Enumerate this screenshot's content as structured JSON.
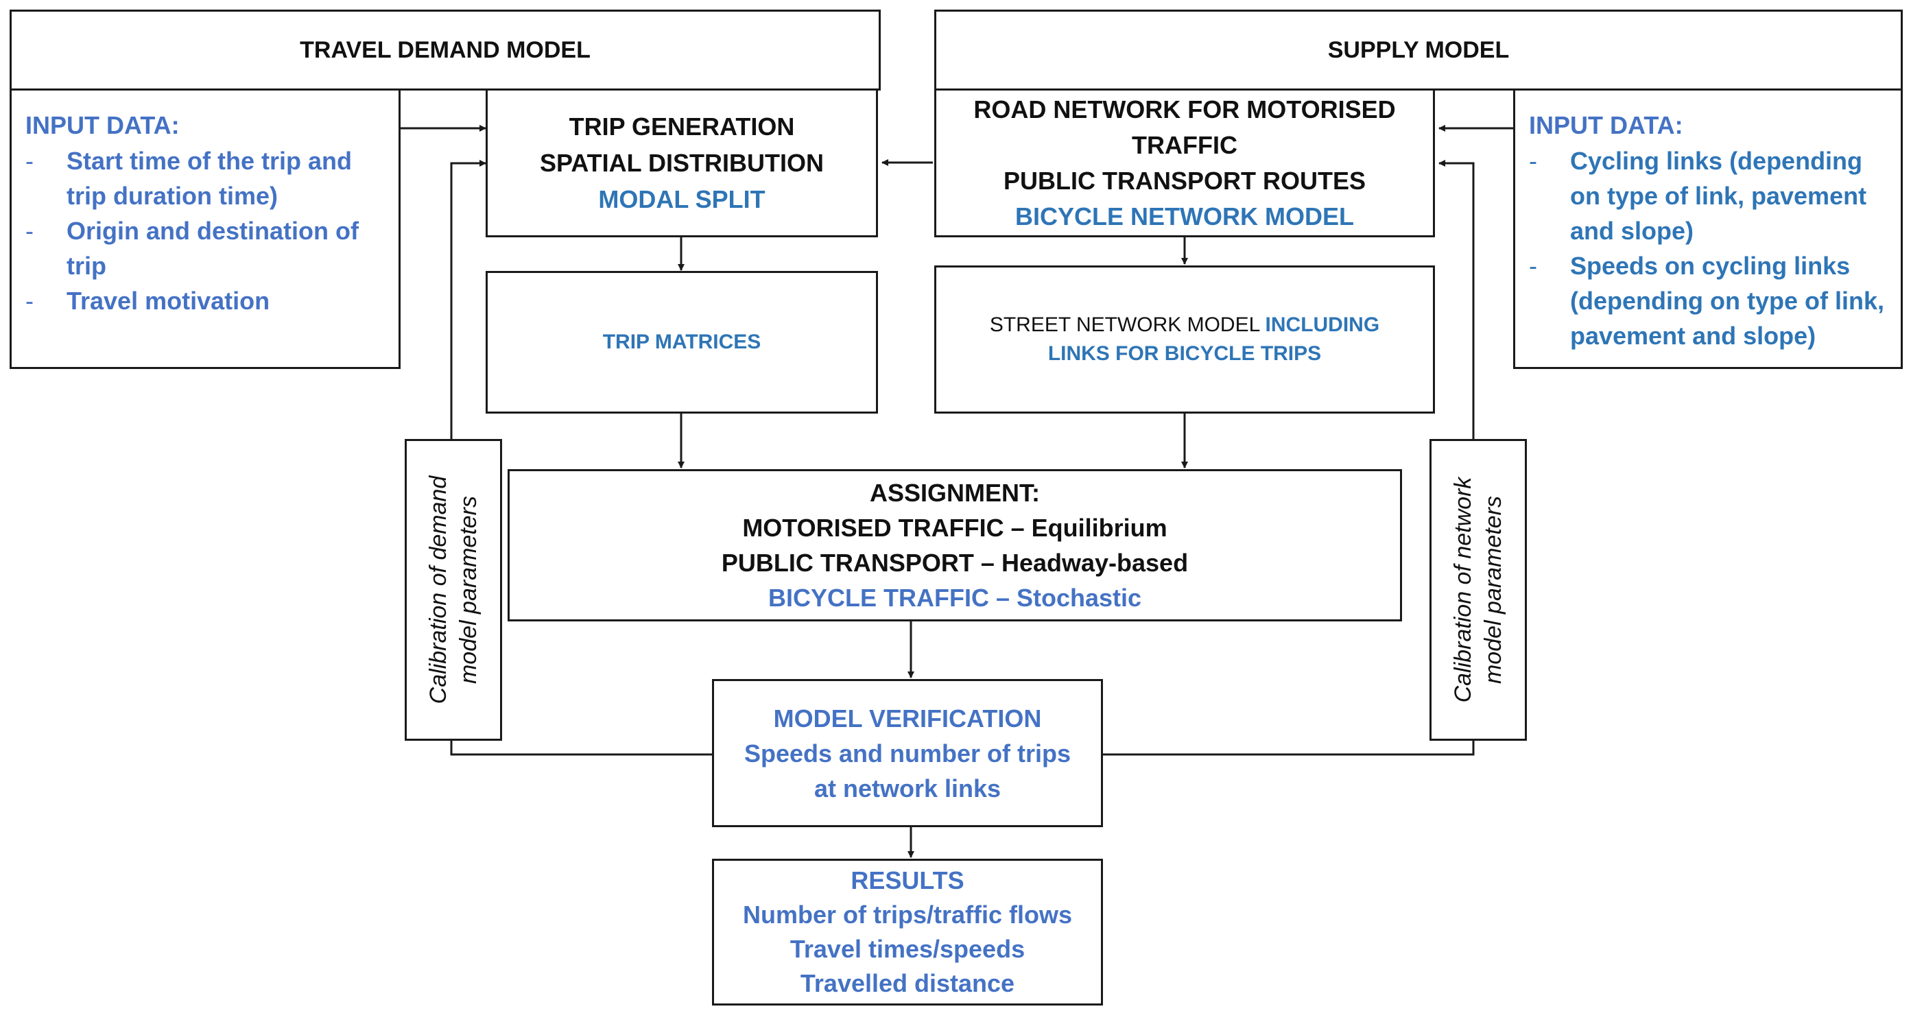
{
  "colors": {
    "accent_blue": "#4472c4",
    "link_blue": "#2e75b6",
    "line": "#1a1a1a"
  },
  "demand": {
    "header": "TRAVEL DEMAND MODEL",
    "input_title": "INPUT DATA:",
    "inputs": [
      "Start time of the trip and trip duration time)",
      "Origin and destination of trip",
      "Travel motivation"
    ],
    "trip_gen": {
      "line1": "TRIP GENERATION",
      "line2": "SPATIAL DISTRIBUTION",
      "line3": "MODAL SPLIT"
    },
    "trip_matrices": "TRIP MATRICES"
  },
  "supply": {
    "header": "SUPPLY MODEL",
    "input_title": "INPUT DATA:",
    "inputs": [
      "Cycling links (depending on type of link, pavement and slope)",
      "Speeds on cycling links (depending on type of link, pavement and slope)"
    ],
    "road_network": {
      "line1": "ROAD NETWORK FOR MOTORISED",
      "line2": "TRAFFIC",
      "line3": "PUBLIC TRANSPORT ROUTES",
      "line4": "BICYCLE NETWORK MODEL"
    },
    "street_network": {
      "part1": "STREET NETWORK MODEL ",
      "part2": "INCLUDING LINKS FOR BICYCLE TRIPS"
    }
  },
  "assignment": {
    "line1": "ASSIGNMENT:",
    "line2": "MOTORISED TRAFFIC – Equilibrium",
    "line3": "PUBLIC TRANSPORT – Headway-based",
    "line4": "BICYCLE TRAFFIC – Stochastic"
  },
  "verification": {
    "line1": "MODEL VERIFICATION",
    "line2": "Speeds and number of trips",
    "line3": "at network links"
  },
  "results": {
    "line1": "RESULTS",
    "line2": "Number of trips/traffic flows",
    "line3": "Travel times/speeds",
    "line4": "Travelled distance"
  },
  "calibration": {
    "demand": "Calibration of demand model parameters",
    "network": "Calibration of network model parameters"
  }
}
